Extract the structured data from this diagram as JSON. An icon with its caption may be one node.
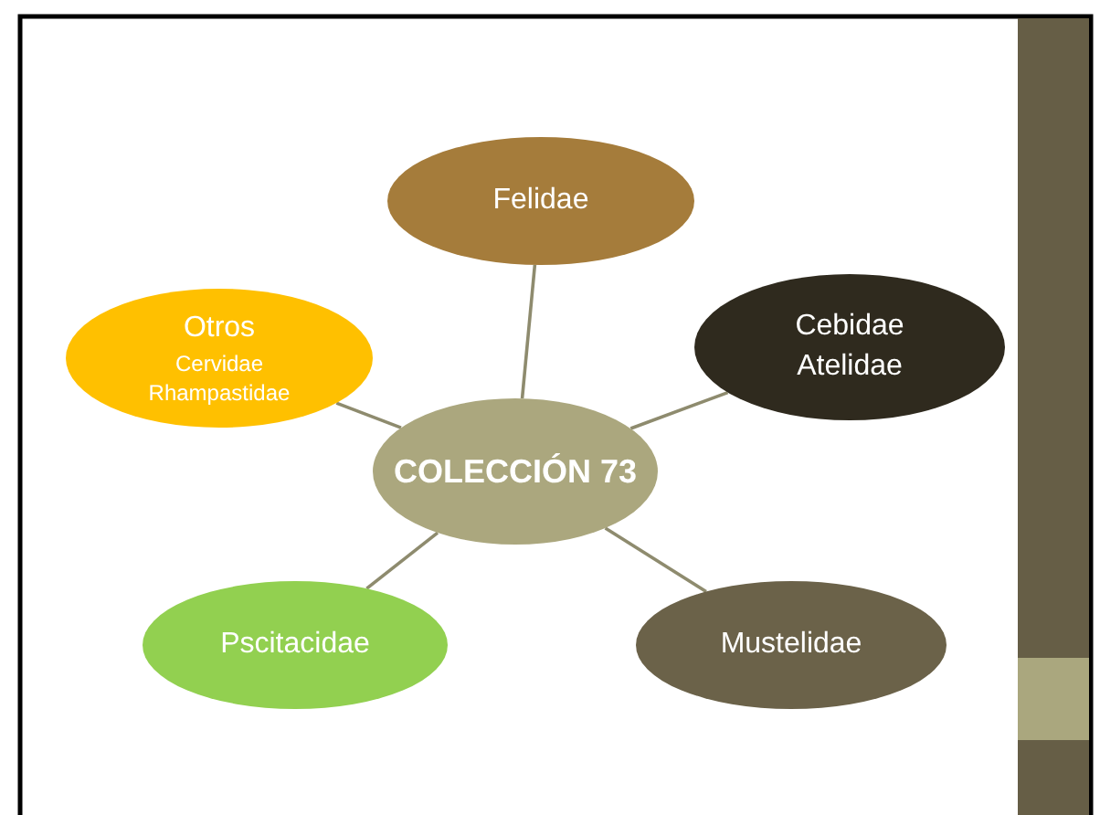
{
  "diagram": {
    "nodes": [
      {
        "text": [
          "Felidae"
        ]
      },
      {
        "text": [
          "Otros",
          "Cervidae Rhampastidae"
        ]
      },
      {
        "text": [
          "Cebidae Atelidae"
        ]
      },
      {
        "text": [
          "COLECCIÓN 73"
        ]
      },
      {
        "text": [
          "Pscitacidae"
        ]
      },
      {
        "text": [
          "Mustelidae"
        ]
      }
    ],
    "edges": [
      {
        "from": 3,
        "to": 0,
        "arrow": "none"
      },
      {
        "from": 3,
        "to": 1,
        "arrow": "none"
      },
      {
        "from": 3,
        "to": 2,
        "arrow": "none"
      },
      {
        "from": 3,
        "to": 4,
        "arrow": "none"
      },
      {
        "from": 3,
        "to": 5,
        "arrow": "none"
      }
    ]
  }
}
